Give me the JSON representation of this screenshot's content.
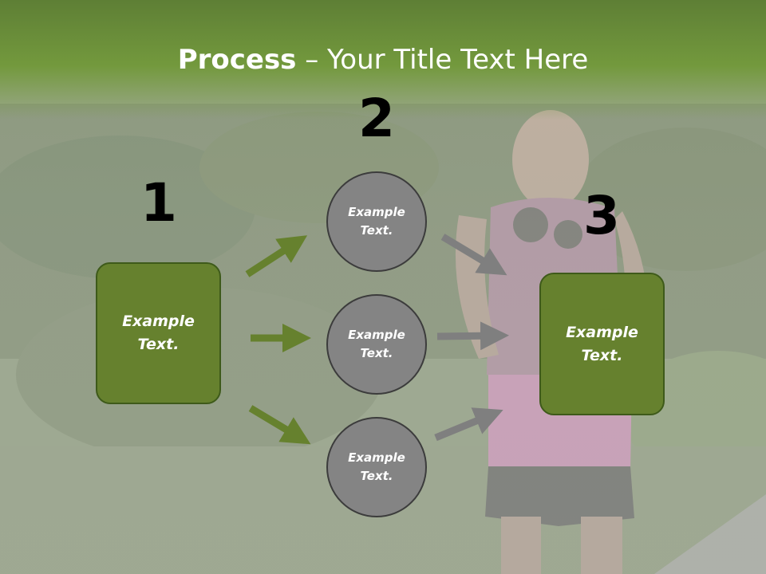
{
  "title": {
    "bold": "Process",
    "rest": " – Your Title Text Here"
  },
  "steps": [
    {
      "number": "1",
      "text": "Example Text."
    },
    {
      "number": "2"
    },
    {
      "number": "3",
      "text": "Example Text."
    }
  ],
  "circles": [
    {
      "text": "Example Text."
    },
    {
      "text": "Example Text."
    },
    {
      "text": "Example Text."
    }
  ],
  "colors": {
    "header_green": "#6a8f38",
    "box_green": "#66812e",
    "circle_gray": "#848484",
    "green_arrow": "#66812e",
    "gray_arrow": "#7f7f7f"
  }
}
